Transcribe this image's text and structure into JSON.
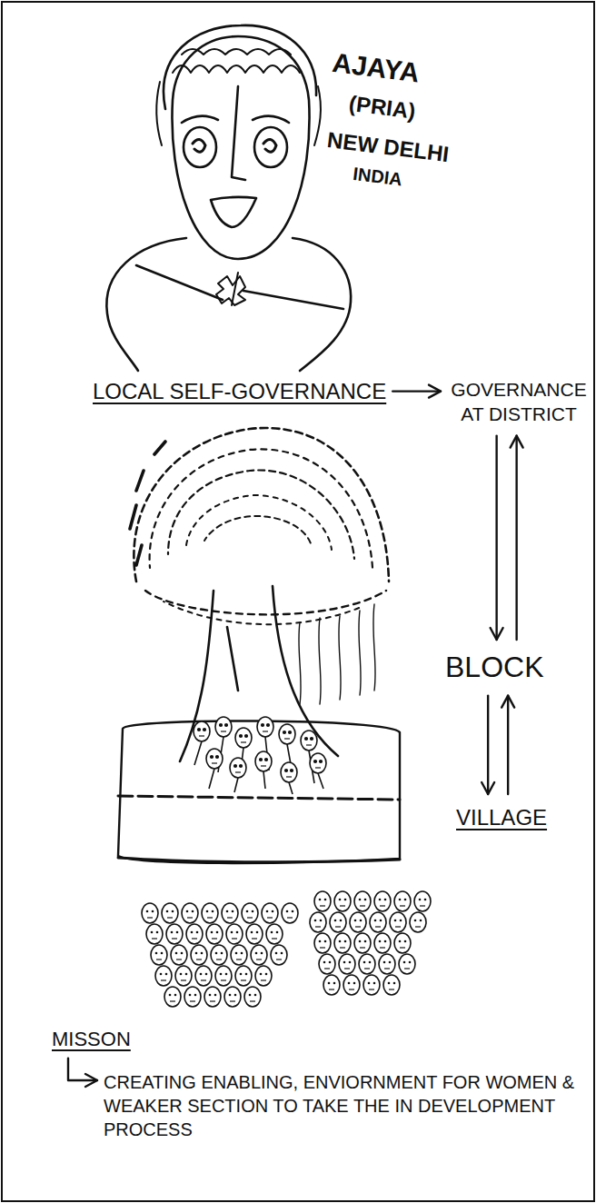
{
  "diagram": {
    "nodes": [
      {
        "text": [
          "LOCAL SELF-GOVERNANCE"
        ]
      },
      {
        "text": [
          "GOVERNANCE AT DISTRICT"
        ]
      },
      {
        "text": [
          "BLOCK"
        ]
      },
      {
        "text": [
          "VILLAGE"
        ]
      },
      {
        "text": [
          "MISSON"
        ]
      },
      {
        "text": [
          "CREATING ENABLING, ENVIORNMENT FOR WOMEN & WEAKER SECTION TO TAKE THE IN DEVELOPMENT PROCESS"
        ]
      }
    ],
    "edges": [
      {
        "from": 0,
        "to": 1,
        "arrow": "to"
      },
      {
        "from": 1,
        "to": 2,
        "arrow": "both"
      },
      {
        "from": 2,
        "to": 3,
        "arrow": "both"
      },
      {
        "from": 4,
        "to": 5,
        "arrow": "to"
      }
    ],
    "labels": [
      "AJAYA",
      "(PRIA)",
      "NEW DELHI",
      "INDIA"
    ]
  }
}
